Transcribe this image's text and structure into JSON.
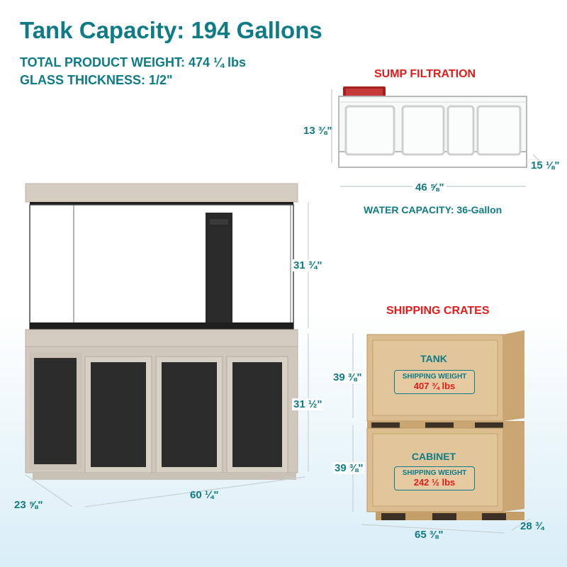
{
  "header": {
    "title": "Tank Capacity: 194 Gallons",
    "total_weight": "TOTAL PRODUCT WEIGHT: 474 ¼ lbs",
    "glass_thickness": "GLASS THICKNESS: 1/2\""
  },
  "sump": {
    "heading": "SUMP FILTRATION",
    "height_dim": "13 ⅜\"",
    "depth_dim": "15 ⅛\"",
    "width_dim": "46 ⅝\"",
    "water_capacity": "WATER CAPACITY: 36-Gallon"
  },
  "tank": {
    "tank_height_dim": "31 ¾\"",
    "cabinet_height_dim": "31 ½\"",
    "width_dim": "60 ¼\"",
    "depth_dim": "23 ⅝\""
  },
  "crates": {
    "heading": "SHIPPING CRATES",
    "top": {
      "label": "TANK",
      "weight_label": "SHIPPING WEIGHT",
      "weight": "407 ¾ lbs",
      "height_dim": "39 ⅜\""
    },
    "bottom": {
      "label": "CABINET",
      "weight_label": "SHIPPING WEIGHT",
      "weight": "242 ½ lbs",
      "height_dim": "39 ⅜\""
    },
    "width_dim": "65 ⅜\"",
    "depth_dim": "28 ¾"
  },
  "colors": {
    "teal": "#0f7b86",
    "red": "#e41b1b",
    "frame": "#cbc3b8",
    "panel": "#2b2b2b",
    "wood": "#d9b98a"
  }
}
